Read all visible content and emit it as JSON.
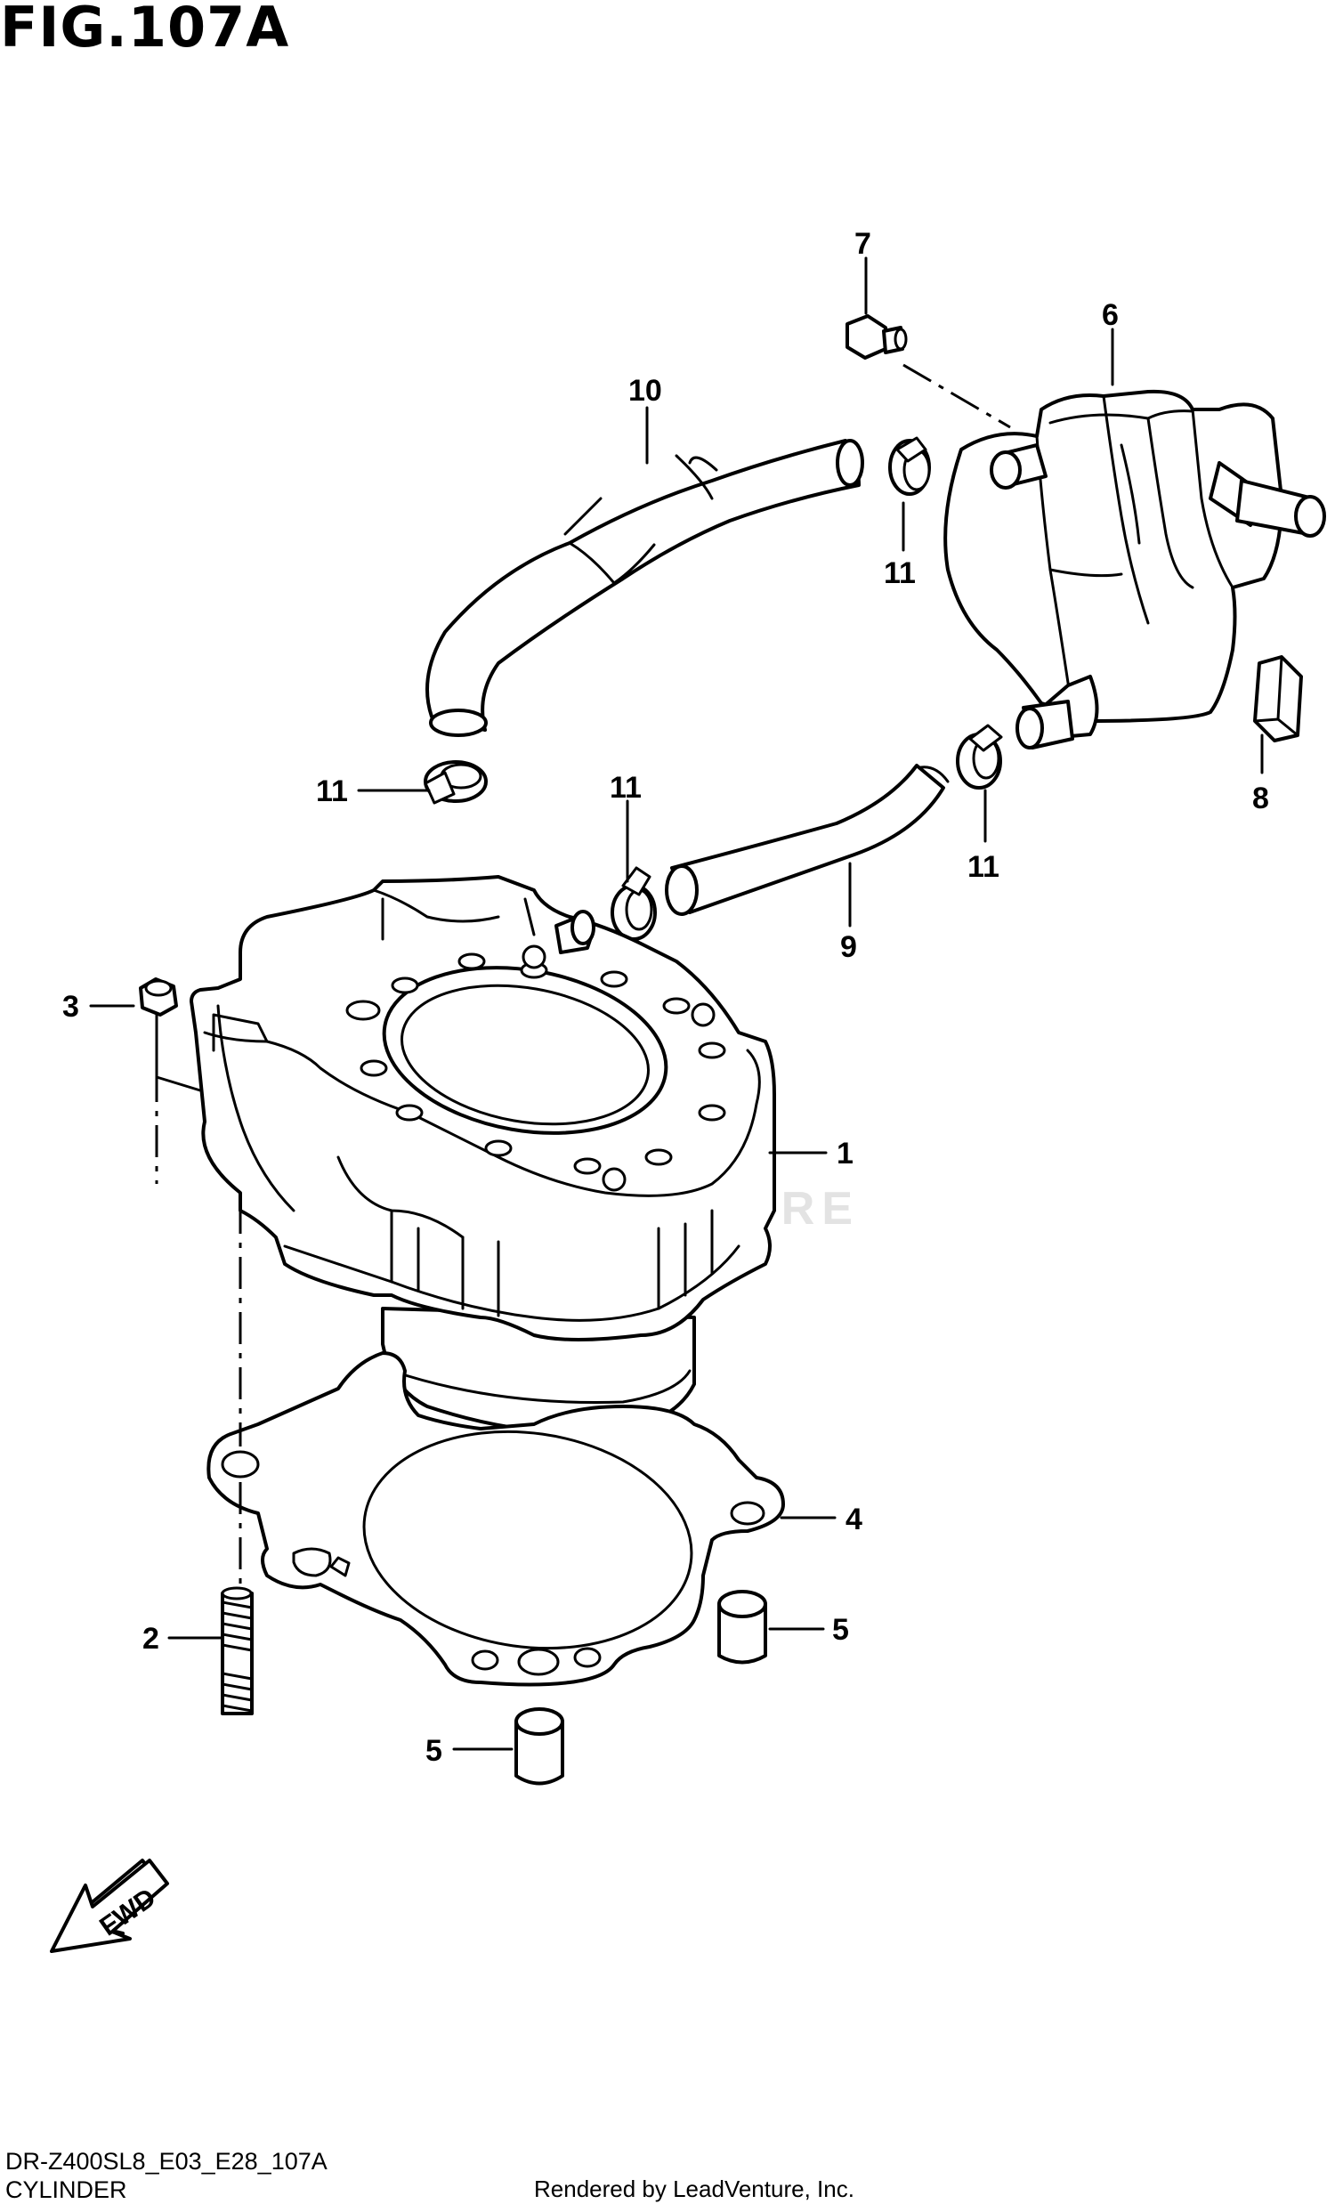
{
  "figure": {
    "title": "FIG.107A",
    "diagram_code": "DR-Z400SL8_E03_E28_107A",
    "name": "CYLINDER",
    "credit": "Rendered by LeadVenture, Inc.",
    "watermark": "LEADVENTURE",
    "fwd_label": "FWD"
  },
  "callouts": {
    "c1": "1",
    "c2": "2",
    "c3": "3",
    "c4": "4",
    "c5a": "5",
    "c5b": "5",
    "c6": "6",
    "c7": "7",
    "c8": "8",
    "c9": "9",
    "c10": "10",
    "c11a": "11",
    "c11b": "11",
    "c11c": "11",
    "c11d": "11"
  },
  "parts": [
    {
      "ref": "1",
      "part": "cylinder"
    },
    {
      "ref": "2",
      "part": "stud"
    },
    {
      "ref": "3",
      "part": "nut"
    },
    {
      "ref": "4",
      "part": "cylinder-gasket"
    },
    {
      "ref": "5",
      "part": "dowel-pin"
    },
    {
      "ref": "6",
      "part": "reservoir-tank"
    },
    {
      "ref": "7",
      "part": "bolt"
    },
    {
      "ref": "8",
      "part": "cushion"
    },
    {
      "ref": "9",
      "part": "hose"
    },
    {
      "ref": "10",
      "part": "hose"
    },
    {
      "ref": "11",
      "part": "clamp"
    }
  ]
}
